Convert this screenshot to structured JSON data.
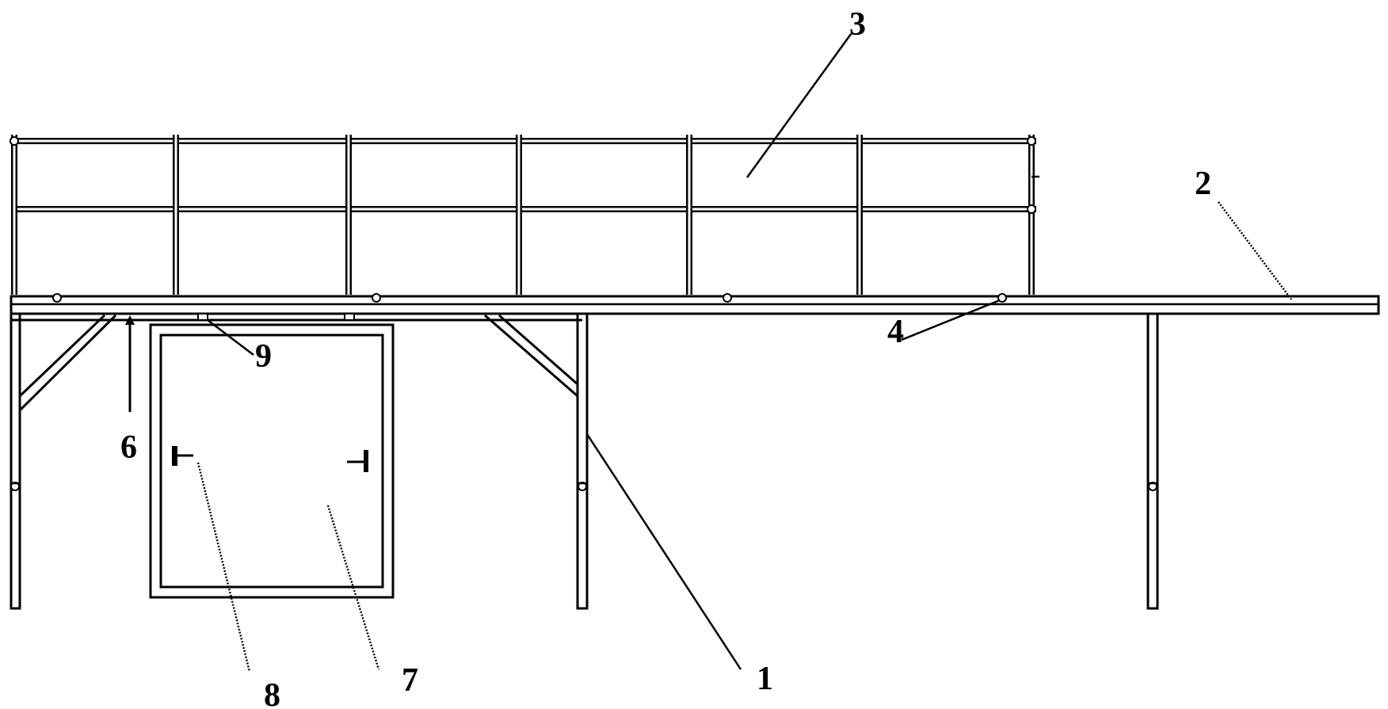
{
  "callouts": [
    {
      "id": "railing",
      "text": "3"
    },
    {
      "id": "extension-platform",
      "text": "2"
    },
    {
      "id": "hinge",
      "text": "4"
    },
    {
      "id": "stop-pin",
      "text": "9"
    },
    {
      "id": "support-rod",
      "text": "6"
    },
    {
      "id": "handle",
      "text": "8"
    },
    {
      "id": "door-panel",
      "text": "7"
    },
    {
      "id": "support-frame",
      "text": "1"
    }
  ],
  "colors": {
    "line": "#000000",
    "background": "#ffffff"
  }
}
